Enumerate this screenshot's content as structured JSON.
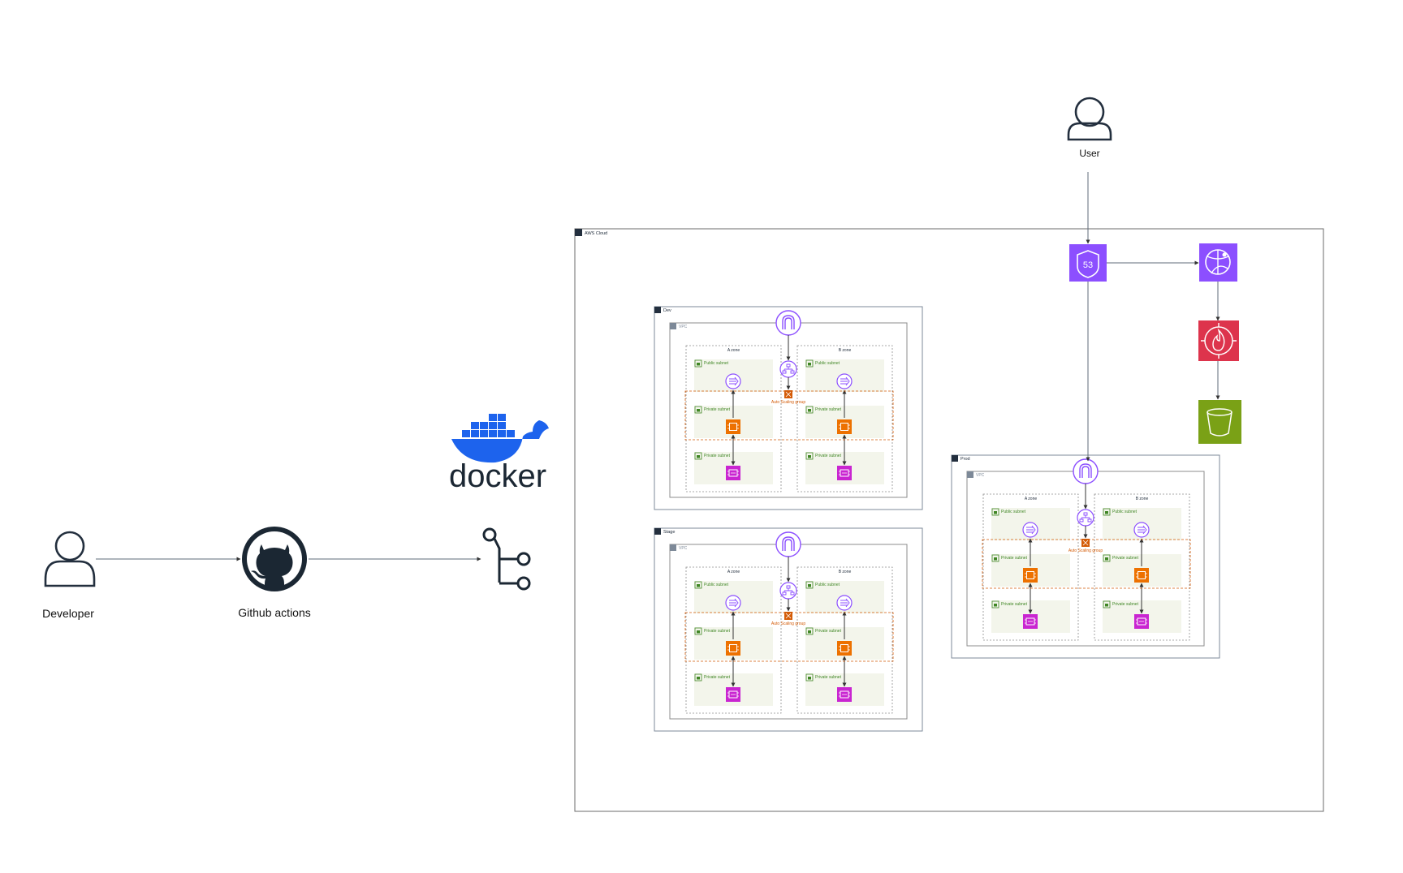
{
  "actors": {
    "developer": "Developer",
    "github": "Github actions",
    "user": "User"
  },
  "docker": {
    "wordmark": "docker"
  },
  "aws": {
    "cloud_label": "AWS Cloud"
  },
  "environments": [
    {
      "id": "dev",
      "label": "Dev",
      "vpc": "VPC",
      "zone_a": "A zone",
      "zone_b": "B zone",
      "public_subnet": "Public subnet",
      "private_subnet": "Private subnet",
      "asg": "Auto Scaling group"
    },
    {
      "id": "stage",
      "label": "Stage",
      "vpc": "VPC",
      "zone_a": "A zone",
      "zone_b": "B zone",
      "public_subnet": "Public subnet",
      "private_subnet": "Private subnet",
      "asg": "Auto Scaling group"
    },
    {
      "id": "prod",
      "label": "Prod",
      "vpc": "VPC",
      "zone_a": "A zone",
      "zone_b": "B zone",
      "public_subnet": "Public subnet",
      "private_subnet": "Private subnet",
      "asg": "Auto Scaling group"
    }
  ],
  "services": {
    "route53_text": "53"
  },
  "icons": [
    "user-icon",
    "github-icon",
    "docker-logo",
    "git-branch-icon",
    "route53-icon",
    "cloudfront-icon",
    "waf-icon",
    "s3-bucket-icon",
    "internet-gateway-icon",
    "load-balancer-icon",
    "nat-gateway-icon",
    "ec2-instance-icon",
    "rds-instance-icon"
  ],
  "colors": {
    "line": "#5f6b7a",
    "subnet_bg": "#f3f5eb",
    "subnet_text": "#3f8624",
    "ec2": "#ed7100",
    "rds": "#c925d1",
    "route53": "#8c4fff",
    "cloudfront": "#8c4fff",
    "waf": "#dd344c",
    "s3": "#7aa116",
    "asg": "#d45b07",
    "vpc_icon": "#8c4fff",
    "docker": "#1d63ed",
    "text": "#232f3e"
  }
}
